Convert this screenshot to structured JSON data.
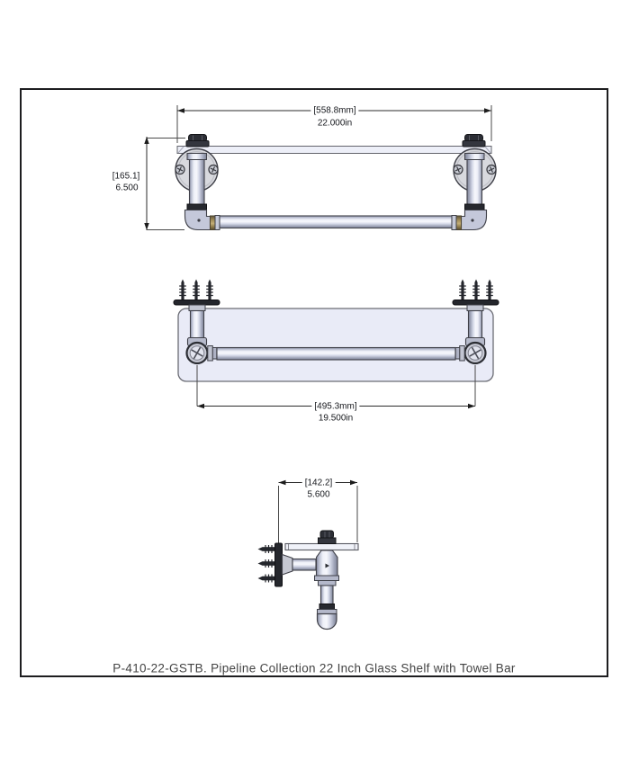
{
  "product": {
    "caption": "P-410-22-GSTB. Pipeline Collection 22 Inch Glass Shelf with Towel Bar"
  },
  "dimensions": {
    "front_width": {
      "metric": "[558.8mm]",
      "imperial": "22.000in"
    },
    "front_height": {
      "metric": "[165.1]",
      "imperial": "6.500"
    },
    "bar_span": {
      "metric": "[495.3mm]",
      "imperial": "19.500in"
    },
    "side_depth": {
      "metric": "[142.2]",
      "imperial": "5.600"
    }
  },
  "colors": {
    "pipe_accent": "#c9cfe2",
    "brass_accent": "#a08c58",
    "glass_tint": "#e9ebf7",
    "outline": "#3f4048",
    "hardware_dark": "#24262c"
  }
}
